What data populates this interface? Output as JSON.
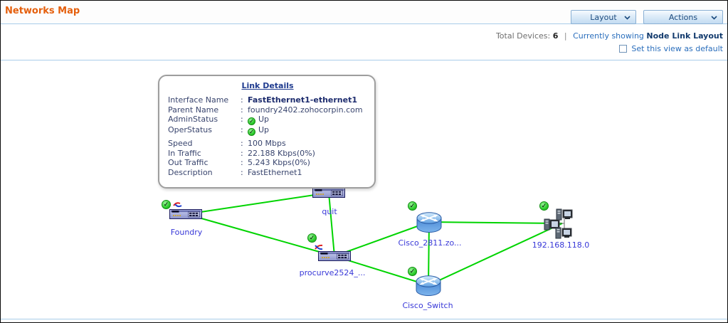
{
  "header": {
    "title": "Networks Map"
  },
  "toolbar": {
    "layout_button": "Layout",
    "actions_button": "Actions"
  },
  "status_bar": {
    "total_devices_label": "Total Devices:",
    "total_devices_count": "6",
    "separator": "|",
    "currently_showing": "Currently showing",
    "layout_name": "Node Link Layout",
    "set_default_label": "Set this view as default",
    "set_default_checked": false
  },
  "link_details": {
    "title": "Link Details",
    "colon": ":",
    "rows": [
      {
        "label": "Interface Name",
        "value": "FastEthernet1-ethernet1"
      },
      {
        "label": "Parent Name",
        "value": "foundry2402.zohocorpin.com"
      },
      {
        "label": "AdminStatus",
        "value": "Up",
        "status": "up"
      },
      {
        "label": "OperStatus",
        "value": "Up",
        "status": "up"
      },
      {
        "label": "Speed",
        "value": "100 Mbps"
      },
      {
        "label": "In Traffic",
        "value": "22.188 Kbps(0%)"
      },
      {
        "label": "Out Traffic",
        "value": "5.243 Kbps(0%)"
      },
      {
        "label": "Description",
        "value": "FastEthernet1"
      }
    ]
  },
  "map": {
    "nodes": [
      {
        "label": "quit",
        "type": "switch",
        "status": "up"
      },
      {
        "label": "Foundry",
        "type": "switch",
        "status": "up"
      },
      {
        "label": "procurve2524_...",
        "type": "switch",
        "status": "up"
      },
      {
        "label": "Cisco_2811.zo...",
        "type": "router",
        "status": "up"
      },
      {
        "label": "Cisco_Switch",
        "type": "router",
        "status": "up"
      },
      {
        "label": "192.168.118.0",
        "type": "network",
        "status": "up"
      }
    ],
    "links": [
      {
        "from": "Foundry",
        "to": "quit"
      },
      {
        "from": "Foundry",
        "to": "procurve2524_..."
      },
      {
        "from": "quit",
        "to": "procurve2524_..."
      },
      {
        "from": "procurve2524_...",
        "to": "Cisco_2811.zo..."
      },
      {
        "from": "procurve2524_...",
        "to": "Cisco_Switch"
      },
      {
        "from": "Cisco_2811.zo...",
        "to": "Cisco_Switch"
      },
      {
        "from": "Cisco_2811.zo...",
        "to": "192.168.118.0"
      },
      {
        "from": "Cisco_Switch",
        "to": "192.168.118.0"
      }
    ]
  },
  "icons": {
    "check": "✓"
  },
  "colors": {
    "accent_orange": "#e55f0c",
    "link_text_blue": "#2a6ebc",
    "node_label_blue": "#3838d8",
    "link_line_green": "#00d400",
    "status_up_green": "#2ecc2e",
    "panel_border_blue": "#a9cde9"
  }
}
